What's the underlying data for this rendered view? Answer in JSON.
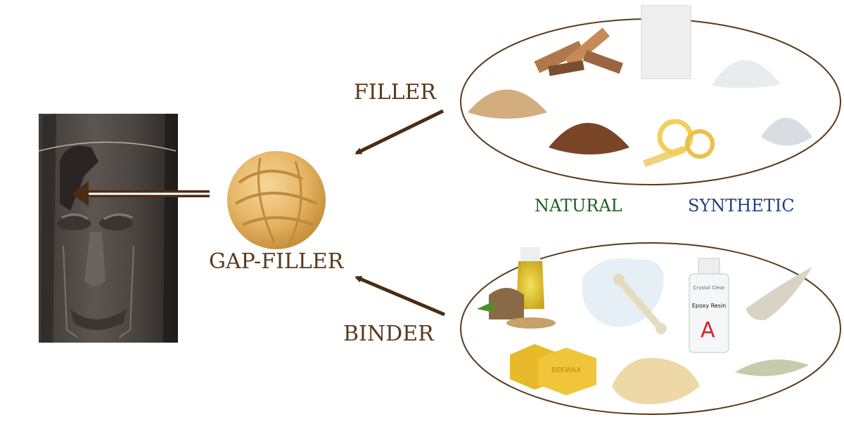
{
  "labels": {
    "filler": "FILLER",
    "binder": "BINDER",
    "gap_filler": "GAP-FILLER",
    "natural": "NATURAL",
    "synthetic": "SYNTHETIC"
  },
  "bottle_label": {
    "brand": "Crystal Clear",
    "product": "Epoxy Resin",
    "part": "A"
  },
  "beeswax_text": "BEEWAX",
  "colors": {
    "label_brown": "#5a3a1a",
    "natural_green": "#1f5f1f",
    "synthetic_blue": "#1f3f7f",
    "arrow_brown": "#4a2c14",
    "ellipse_stroke": "#5a3a1a",
    "bottle_letter_red": "#d8232a"
  }
}
